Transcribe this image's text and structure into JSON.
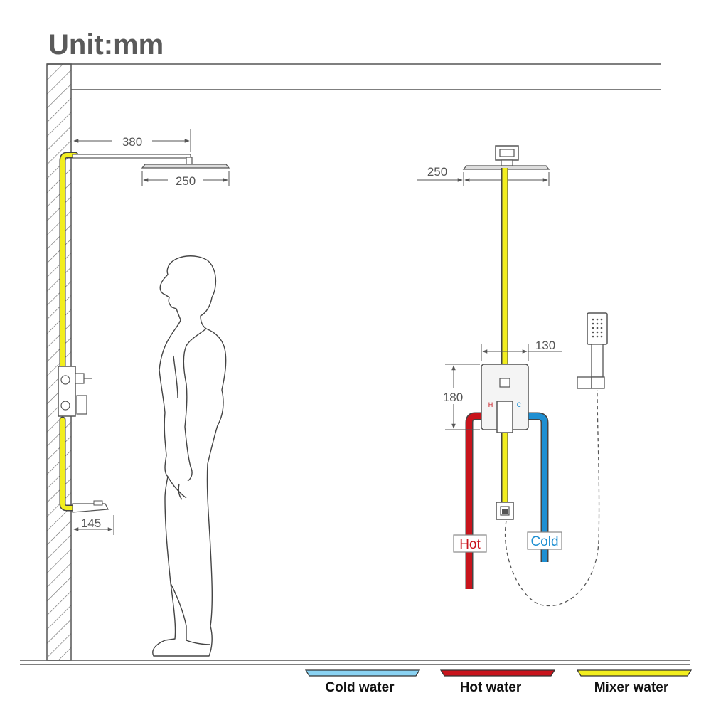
{
  "unit_title": "Unit:mm",
  "dimensions": {
    "arm_length": "380",
    "rain_head_side": "250",
    "rain_head_front": "250",
    "spout_depth": "145",
    "valve_width": "130",
    "valve_height": "180"
  },
  "valve_marks": {
    "hot": "H",
    "cold": "C"
  },
  "supply_labels": {
    "hot": "Hot",
    "cold": "Cold"
  },
  "legend": [
    {
      "label": "Cold water",
      "color": "#8ad2f2"
    },
    {
      "label": "Hot water",
      "color": "#c8141c"
    },
    {
      "label": "Mixer water",
      "color": "#f2ee1e"
    }
  ],
  "colors": {
    "pipe_mixer": "#f2ee1e",
    "pipe_hot": "#c8141c",
    "pipe_cold": "#1e8fd2",
    "line": "#555555"
  }
}
